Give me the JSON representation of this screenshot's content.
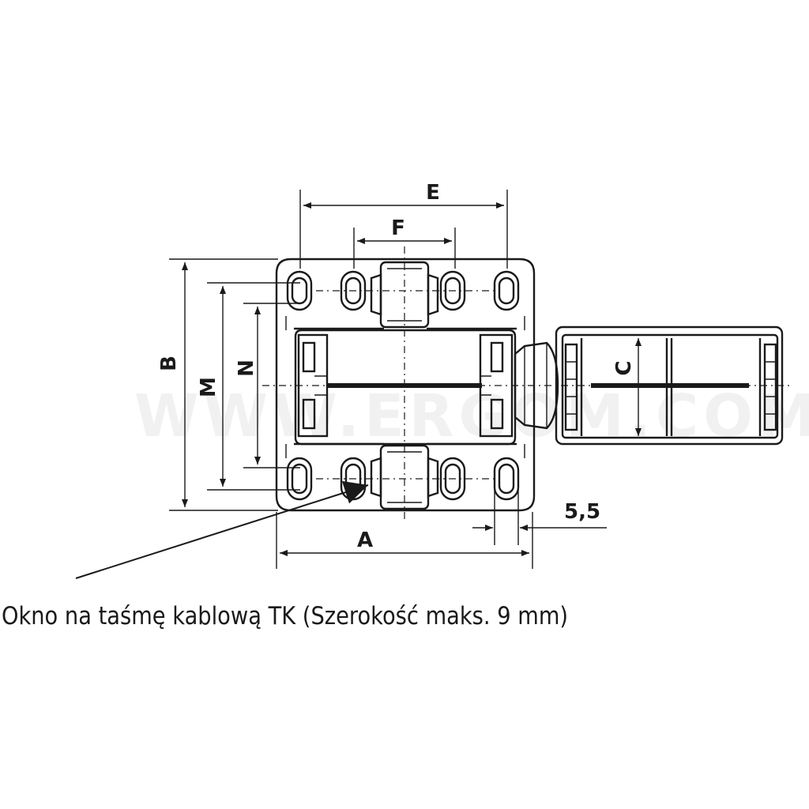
{
  "watermark": "WWW.ERGOM.COM",
  "dimensions": {
    "A": "A",
    "B": "B",
    "C": "C",
    "E": "E",
    "F": "F",
    "M": "M",
    "N": "N",
    "slot_width": "5,5"
  },
  "caption": "Okno na taśmę kablową TK (Szerokość maks. 9 mm)"
}
